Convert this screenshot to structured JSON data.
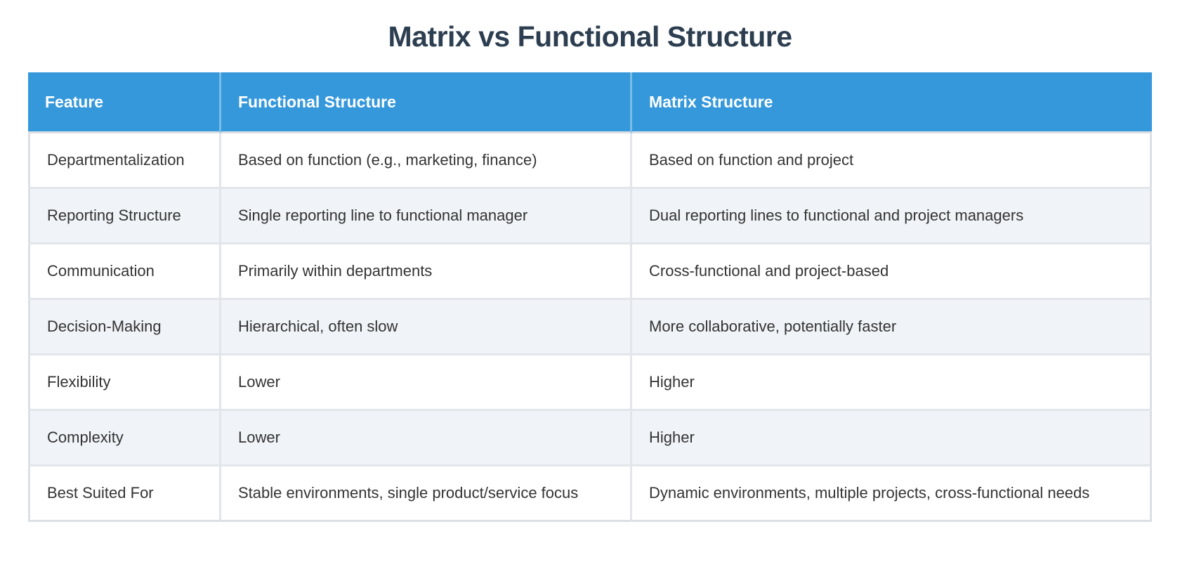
{
  "page": {
    "title": "Matrix vs Functional Structure"
  },
  "table": {
    "headers": [
      "Feature",
      "Functional Structure",
      "Matrix Structure"
    ],
    "rows": [
      [
        "Departmentalization",
        "Based on function (e.g., marketing, finance)",
        "Based on function and project"
      ],
      [
        "Reporting Structure",
        "Single reporting line to functional manager",
        "Dual reporting lines to functional and project managers"
      ],
      [
        "Communication",
        "Primarily within departments",
        "Cross-functional and project-based"
      ],
      [
        "Decision-Making",
        "Hierarchical, often slow",
        "More collaborative, potentially faster"
      ],
      [
        "Flexibility",
        "Lower",
        "Higher"
      ],
      [
        "Complexity",
        "Lower",
        "Higher"
      ],
      [
        "Best Suited For",
        "Stable environments, single product/service focus",
        "Dynamic environments, multiple projects, cross-functional needs"
      ]
    ]
  },
  "colors": {
    "header_bg": "#3498db",
    "header_text": "#ffffff",
    "title_text": "#2c3e50",
    "body_text": "#333333",
    "row_bg": "#ffffff",
    "row_alt_bg": "#f0f4f8",
    "border": "#e2e5e9"
  }
}
